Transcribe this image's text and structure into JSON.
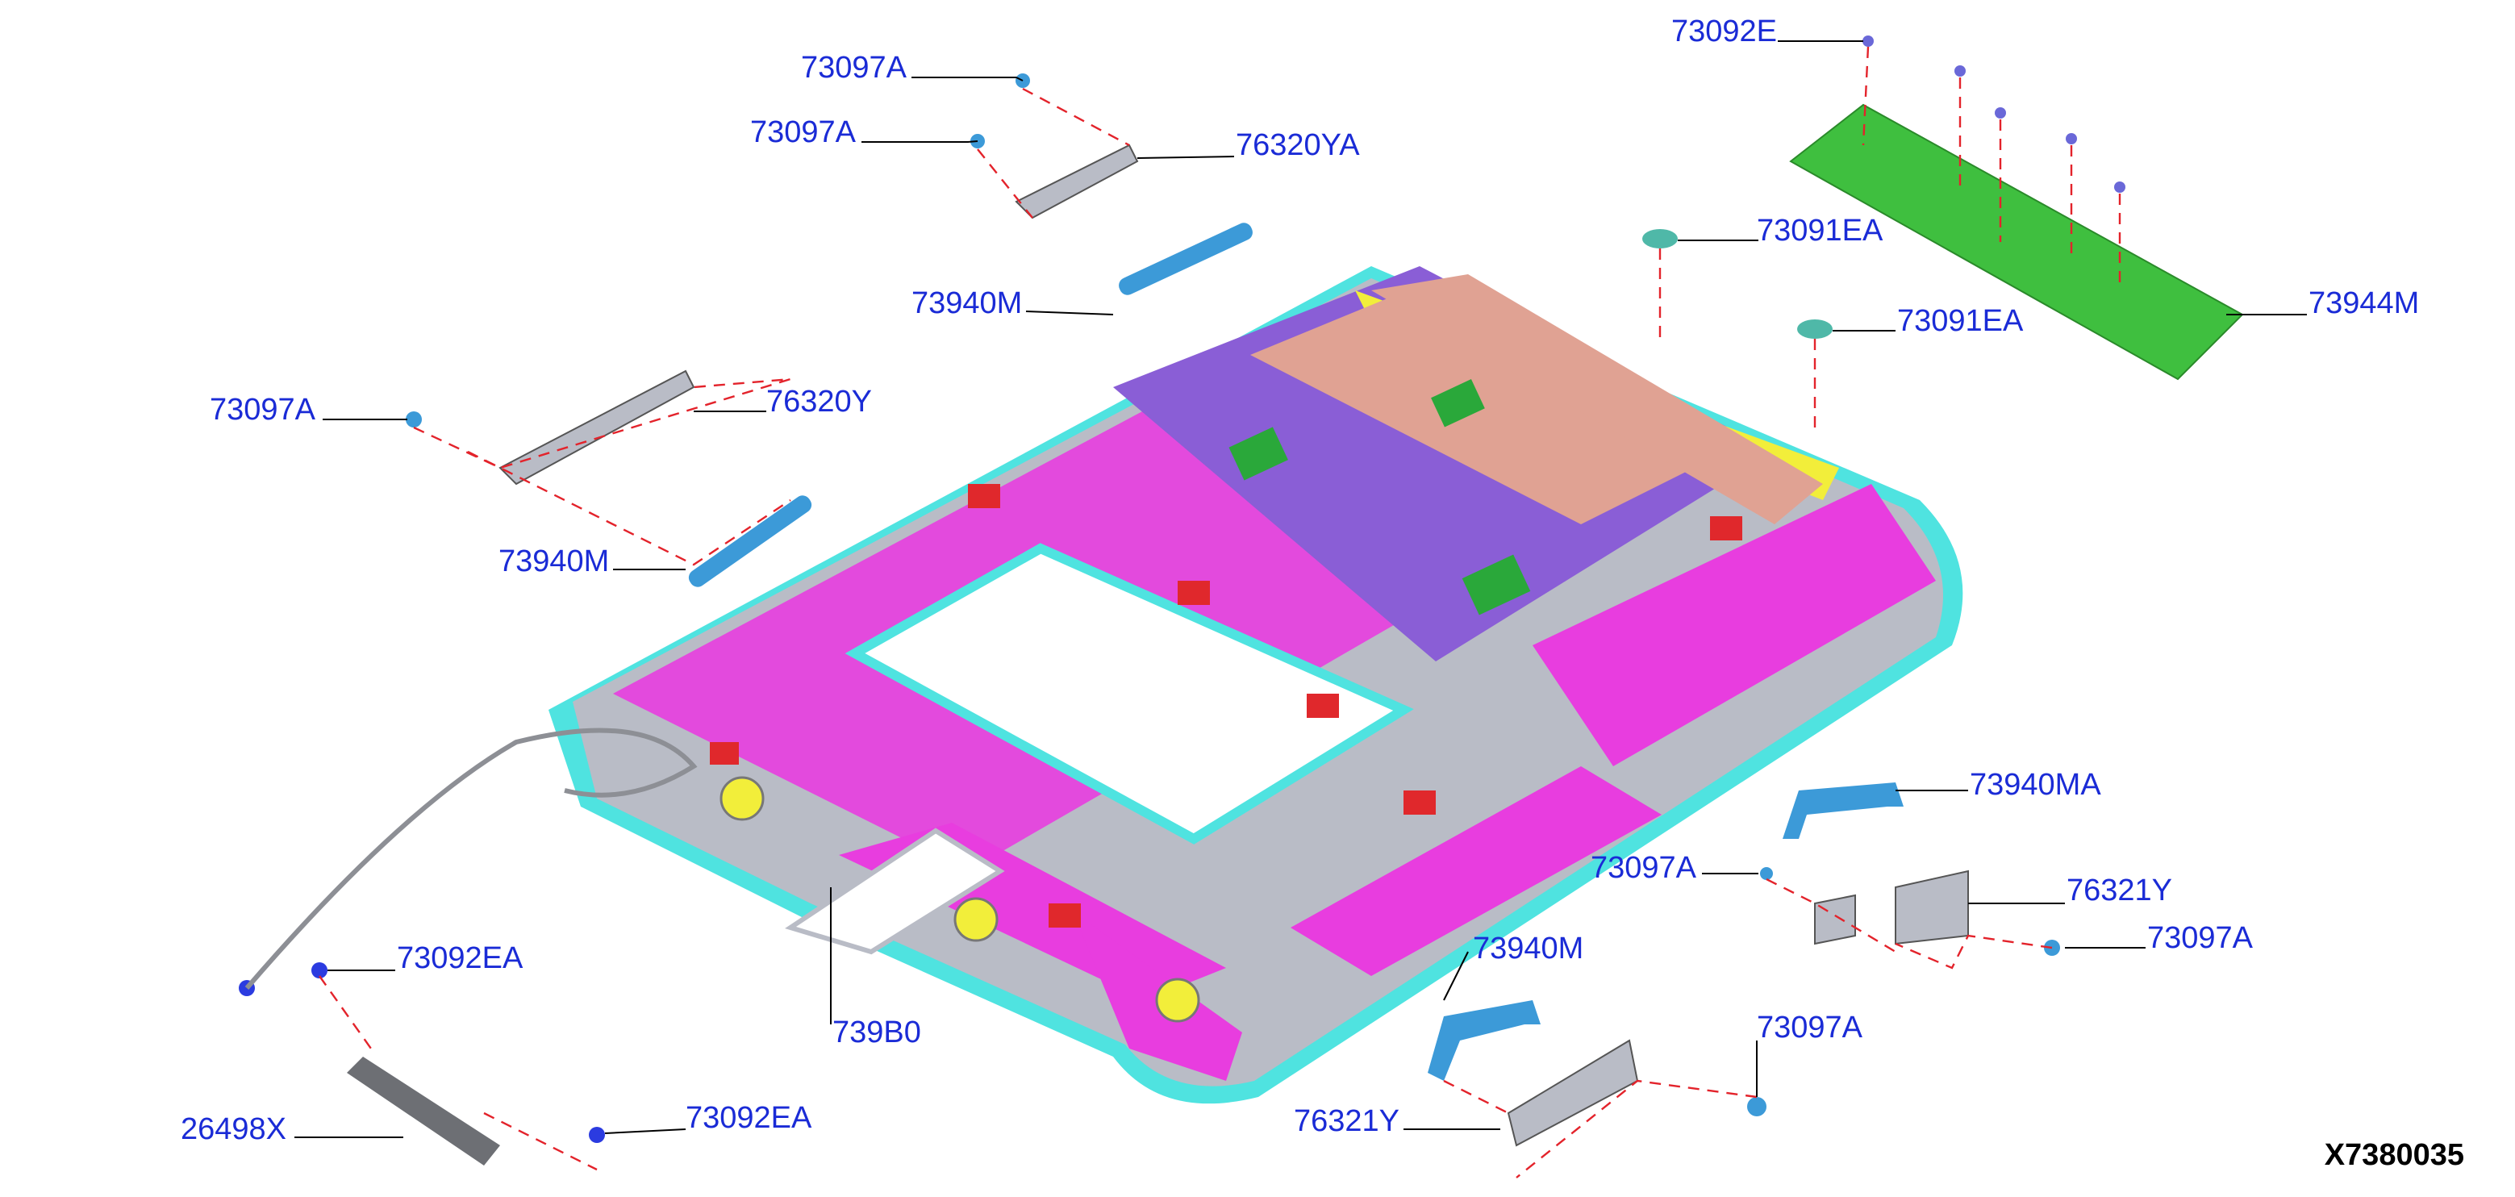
{
  "diagram": {
    "id_label": "X7380035",
    "colors": {
      "label_text": "#1a2bd6",
      "leader_line": "#000000",
      "dash_line": "#e3232b",
      "headliner_magenta": "#e83ddf",
      "headliner_purple": "#8a5ed6",
      "headliner_gray": "#b9bcc6",
      "headliner_cyan": "#4fe3e0",
      "sunshade_tan": "#e0a293",
      "rear_panel_green": "#3fbf3f",
      "grip_blue": "#3c9ad8",
      "clip_blue": "#2b3be0",
      "yellow_trim": "#f2ee3a",
      "red_patch": "#e0282c",
      "green_patch": "#2aa83a"
    },
    "part_labels": {
      "p1": "73097A",
      "p2": "73097A",
      "p3": "76320YA",
      "p4": "73092E",
      "p5": "73091EA",
      "p6": "73091EA",
      "p7": "73944M",
      "p8": "73940M",
      "p9": "73097A",
      "p10": "76320Y",
      "p11": "73940M",
      "p12": "73940MA",
      "p13": "73097A",
      "p14": "76321Y",
      "p15": "73097A",
      "p16": "73092EA",
      "p17": "739B0",
      "p18": "73940M",
      "p19": "73097A",
      "p20": "73092EA",
      "p21": "76321Y",
      "p22": "26498X"
    }
  }
}
